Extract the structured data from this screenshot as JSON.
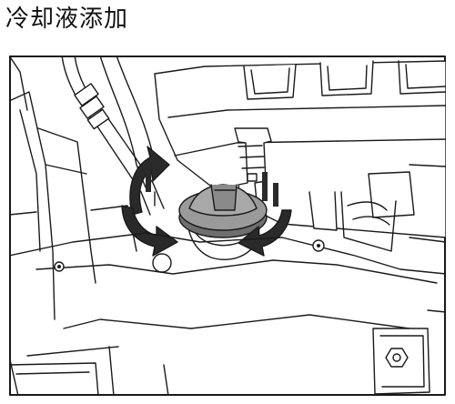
{
  "document": {
    "title": "冷却液添加"
  },
  "illustration": {
    "icons": [
      "coolant-reservoir-cap",
      "rotate-counterclockwise-arrow",
      "rotate-clockwise-arrow"
    ],
    "colors": {
      "line": "#1a1a1a",
      "cap_fill": "#9a9a9a",
      "cap_dark": "#6e6e6e",
      "arrow_fill": "#2a2a2a",
      "background": "#ffffff"
    }
  }
}
